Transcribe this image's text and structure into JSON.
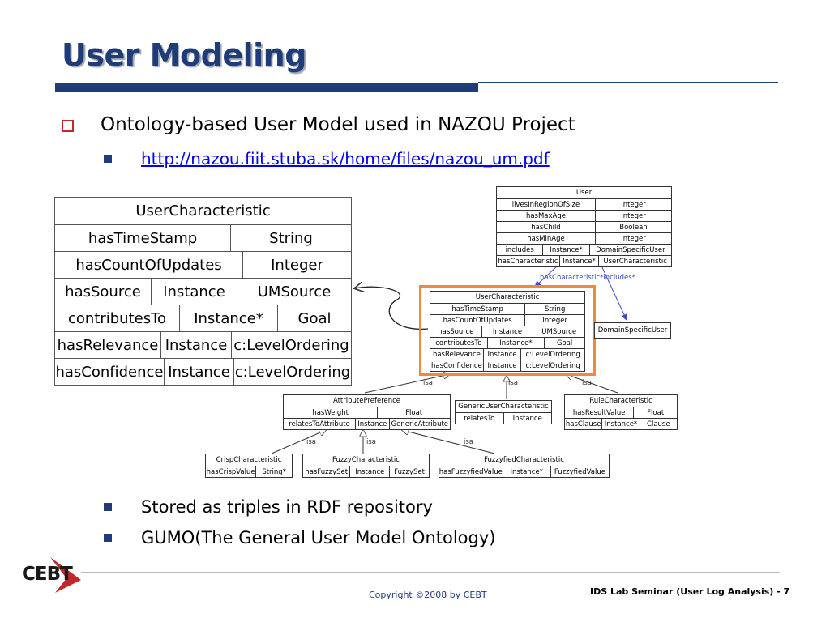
{
  "slide": {
    "title": "User Modeling"
  },
  "bullets": {
    "main": "Ontology-based User Model used in NAZOU Project",
    "link": "http://nazou.fiit.stuba.sk/home/files/nazou_um.pdf",
    "sub1": "Stored as triples in RDF repository",
    "sub2": "GUMO(The General User Model Ontology)"
  },
  "big_table": {
    "header": "UserCharacteristic",
    "rows": [
      [
        "hasTimeStamp",
        "String"
      ],
      [
        "hasCountOfUpdates",
        "Integer"
      ],
      [
        "hasSource",
        "Instance",
        "UMSource"
      ],
      [
        "contributesTo",
        "Instance*",
        "Goal"
      ],
      [
        "hasRelevance",
        "Instance",
        "c:LevelOrdering"
      ],
      [
        "hasConfidence",
        "Instance",
        "c:LevelOrdering"
      ]
    ]
  },
  "diagram": {
    "user": {
      "title": "User",
      "rows": [
        [
          "livesInRegionOfSize",
          "Integer"
        ],
        [
          "hasMaxAge",
          "Integer"
        ],
        [
          "hasChild",
          "Boolean"
        ],
        [
          "hasMinAge",
          "Integer"
        ],
        [
          "includes",
          "Instance*",
          "DomainSpecificUser"
        ],
        [
          "hasCharacteristic",
          "Instance*",
          "UserCharacteristic"
        ]
      ]
    },
    "user_characteristic": {
      "title": "UserCharacteristic",
      "rows": [
        [
          "hasTimeStamp",
          "String"
        ],
        [
          "hasCountOfUpdates",
          "Integer"
        ],
        [
          "hasSource",
          "Instance",
          "UMSource"
        ],
        [
          "contributesTo",
          "Instance*",
          "Goal"
        ],
        [
          "hasRelevance",
          "Instance",
          "c:LevelOrdering"
        ],
        [
          "hasConfidence",
          "Instance",
          "c:LevelOrdering"
        ]
      ]
    },
    "domain_specific_user": {
      "title": "DomainSpecificUser"
    },
    "attribute_preference": {
      "title": "AttributePreference",
      "rows": [
        [
          "hasWeight",
          "Float"
        ],
        [
          "relatesToAttribute",
          "Instance",
          "GenericAttribute"
        ]
      ]
    },
    "generic_user_characteristic": {
      "title": "GenericUserCharacteristic",
      "rows": [
        [
          "relatesTo",
          "Instance"
        ]
      ]
    },
    "rule_characteristic": {
      "title": "RuleCharacteristic",
      "rows": [
        [
          "hasResultValue",
          "Float"
        ],
        [
          "hasClause",
          "Instance*",
          "Clause"
        ]
      ]
    },
    "crisp_characteristic": {
      "title": "CrispCharacteristic",
      "rows": [
        [
          "hasCrispValue",
          "String*"
        ]
      ]
    },
    "fuzzy_characteristic": {
      "title": "FuzzyCharacteristic",
      "rows": [
        [
          "hasFuzzySet",
          "Instance",
          "FuzzySet"
        ]
      ]
    },
    "fuzzyfied_characteristic": {
      "title": "FuzzyfiedCharacteristic",
      "rows": [
        [
          "hasFuzzyfiedValue",
          "Instance*",
          "FuzzyfiedValue"
        ]
      ]
    },
    "edge_labels": {
      "has_char_includes": "hasCharacteristic*includes*",
      "isa": "isa"
    }
  },
  "footer": {
    "logo": "CEBT",
    "copyright": "Copyright ©2008 by CEBT",
    "right": "IDS Lab Seminar (User Log Analysis) - 7"
  },
  "colors": {
    "title": "#1f3b78",
    "bullet_box": "#c0282b",
    "highlight": "#ec8a3f",
    "link": "#0000ee"
  }
}
